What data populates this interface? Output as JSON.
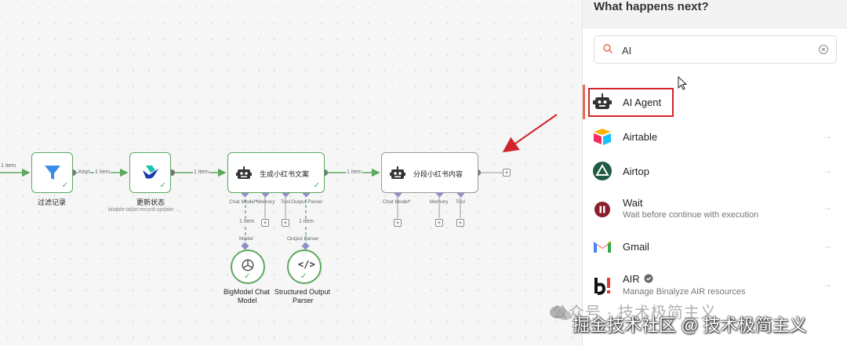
{
  "canvas": {
    "wire_labels": {
      "incoming": "1 item",
      "kept": "Kept",
      "filter_to_update": "1 item",
      "update_to_gen": "1 item",
      "gen_to_split": "1 item",
      "model_conn": "1 item",
      "parser_conn": "1 item"
    },
    "nodes": {
      "filter": {
        "label": "过滤记录"
      },
      "update": {
        "label": "更新状态",
        "subtitle": "bitable:table:record:update: ..."
      },
      "generate": {
        "title": "生成小红书文案",
        "ports": [
          "Chat Model*",
          "Memory",
          "Tool",
          "Output Parser"
        ]
      },
      "split": {
        "title": "分段小红书内容",
        "ports": [
          "Chat Model*",
          "Memory",
          "Tool"
        ]
      },
      "model": {
        "port_label": "Model",
        "label_line1": "BigModel Chat",
        "label_line2": "Model"
      },
      "parser": {
        "port_label": "Output Parser",
        "label_line1": "Structured Output",
        "label_line2": "Parser"
      }
    }
  },
  "panel": {
    "title": "What happens next?",
    "search": {
      "value": "AI"
    },
    "items": [
      {
        "icon": "robot-icon",
        "name": "AI Agent",
        "desc": ""
      },
      {
        "icon": "airtable-icon",
        "name": "Airtable",
        "desc": ""
      },
      {
        "icon": "airtop-icon",
        "name": "Airtop",
        "desc": ""
      },
      {
        "icon": "pause-icon",
        "name": "Wait",
        "desc": "Wait before continue with execution"
      },
      {
        "icon": "gmail-icon",
        "name": "Gmail",
        "desc": ""
      },
      {
        "icon": "binalyze-icon",
        "name": "AIR",
        "desc": "Manage Binalyze AIR resources"
      }
    ],
    "arrow_glyph": "→"
  },
  "colors": {
    "node_success": "#5ba85f",
    "annotation_red": "#d0262a",
    "selection_accent": "#ea6a55",
    "port_purple": "#8e8ec9"
  },
  "watermark": {
    "line1": "公众号 · 技术极简主义",
    "line2": "掘金技术社区 @ 技术极简主义"
  }
}
